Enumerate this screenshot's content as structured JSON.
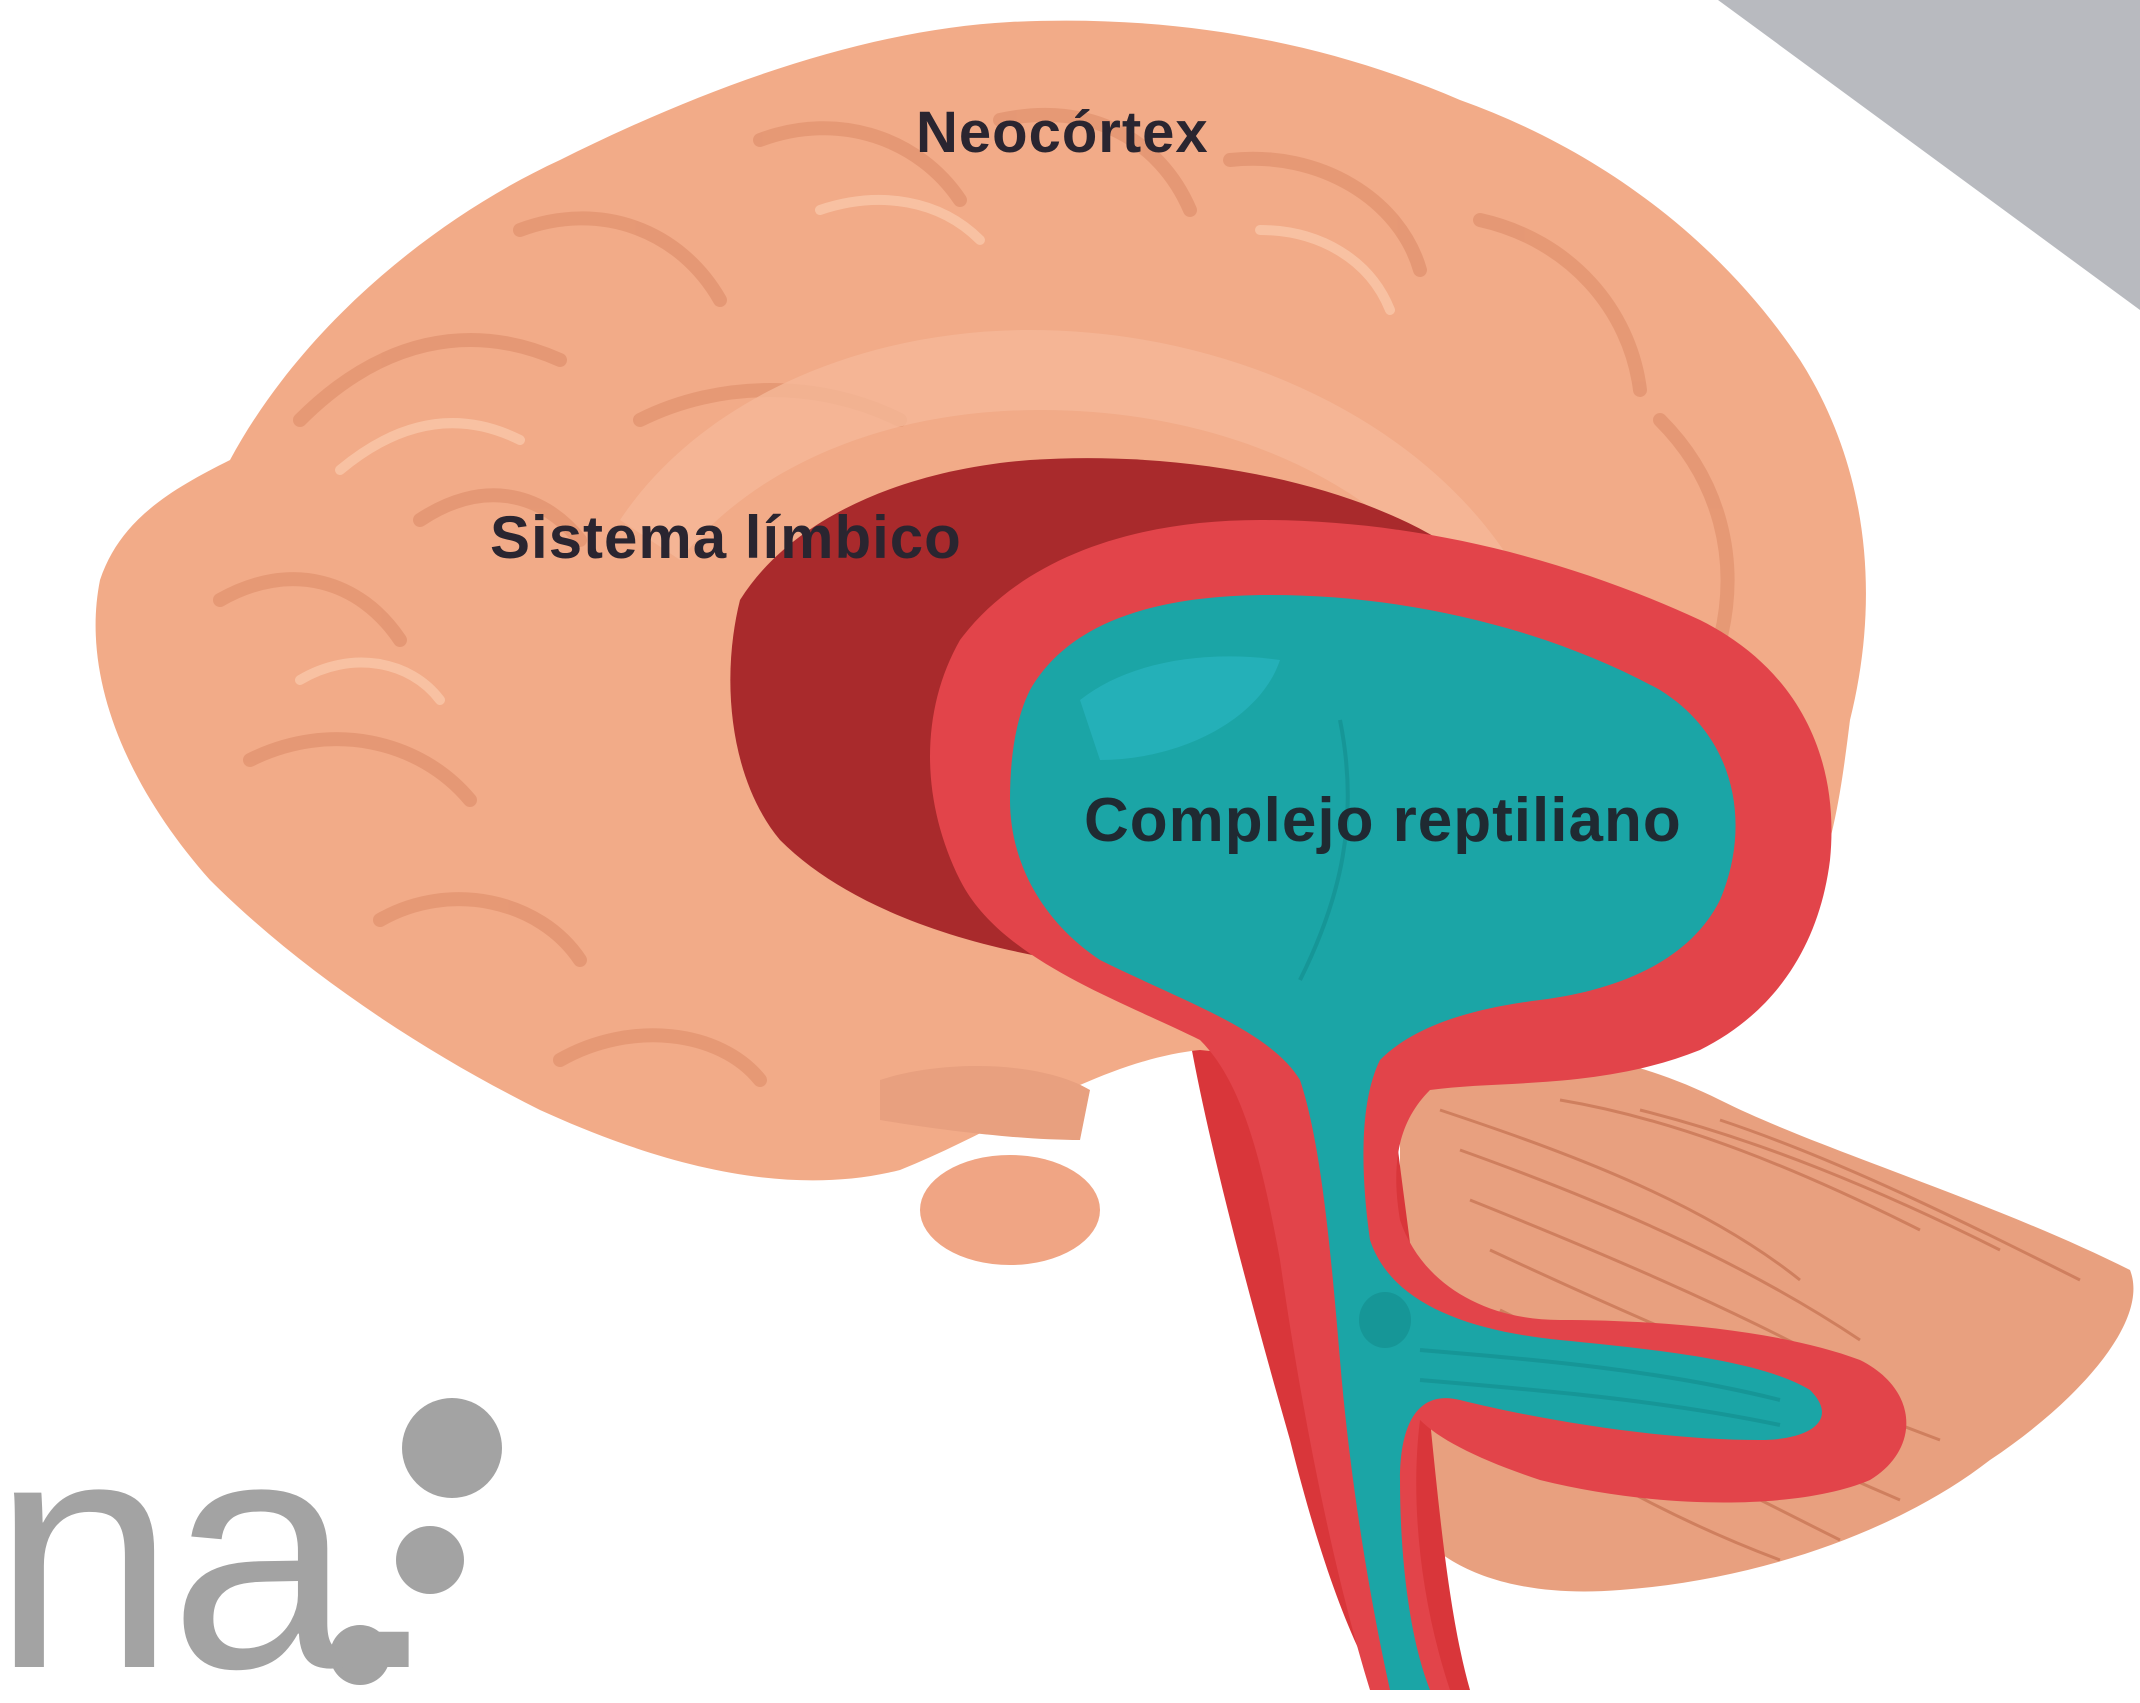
{
  "diagram": {
    "labels": {
      "neocortex": "Neocórtex",
      "limbic_system": "Sistema límbico",
      "reptilian_complex": "Complejo reptiliano"
    }
  },
  "watermark": {
    "text": "na."
  },
  "colors": {
    "cortex": "#f2ab88",
    "cortex_shadow": "#dc8a66",
    "limbic_dark": "#a92a2c",
    "limbic": "#d9363a",
    "limbic_light": "#e85a56",
    "reptilian": "#1ba5a6",
    "cerebellum": "#e8a07f",
    "watermark_gray": "#a3a3a3",
    "corner_gray": "#b8babf",
    "label_text": "#2a2530"
  }
}
